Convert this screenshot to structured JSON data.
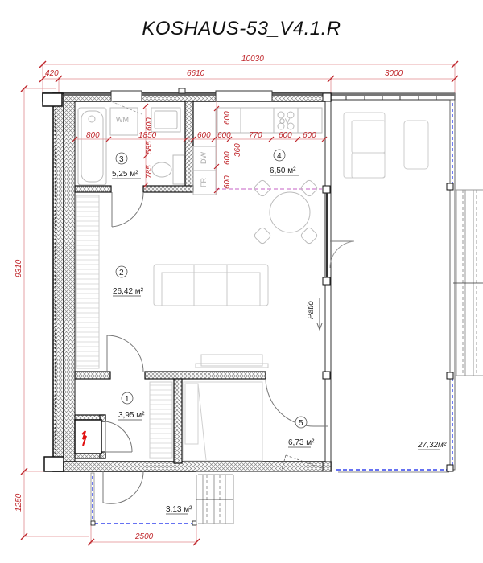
{
  "title": "KOSHAUS-53_V4.1.R",
  "dimensions": {
    "overall_width": "10030",
    "left_offset": "420",
    "house_width": "6610",
    "patio_width": "3000",
    "overall_height": "9310",
    "porch_depth": "1250",
    "porch_width": "2500",
    "bath_800": "800",
    "bath_1850": "1850",
    "bath_600": "600",
    "bath_585": "585",
    "bath_785": "785",
    "kitchen_run": [
      "600",
      "600",
      "770",
      "600",
      "600"
    ],
    "kitchen_vertical": [
      "600",
      "360",
      "600",
      "600"
    ]
  },
  "rooms": [
    {
      "number": "1",
      "area": "3,95 м²"
    },
    {
      "number": "2",
      "area": "26,42 м²"
    },
    {
      "number": "3",
      "area": "5,25 м²"
    },
    {
      "number": "4",
      "area": "6,50 м²"
    },
    {
      "number": "5",
      "area": "6,73 м²"
    }
  ],
  "patio": {
    "label": "Patio",
    "area": "27,32м²"
  },
  "porch": {
    "area": "3,13 м²"
  },
  "appliances": {
    "wm": "WM",
    "ov": "OV",
    "dw": "DW",
    "fr": "FR"
  },
  "colors": {
    "dimension": "#c0282d",
    "glazing": "#3344ee",
    "wall": "#111111",
    "hatch": "#9a9a9a",
    "furniture": "#c8c8c8",
    "electric": "#e01010"
  }
}
